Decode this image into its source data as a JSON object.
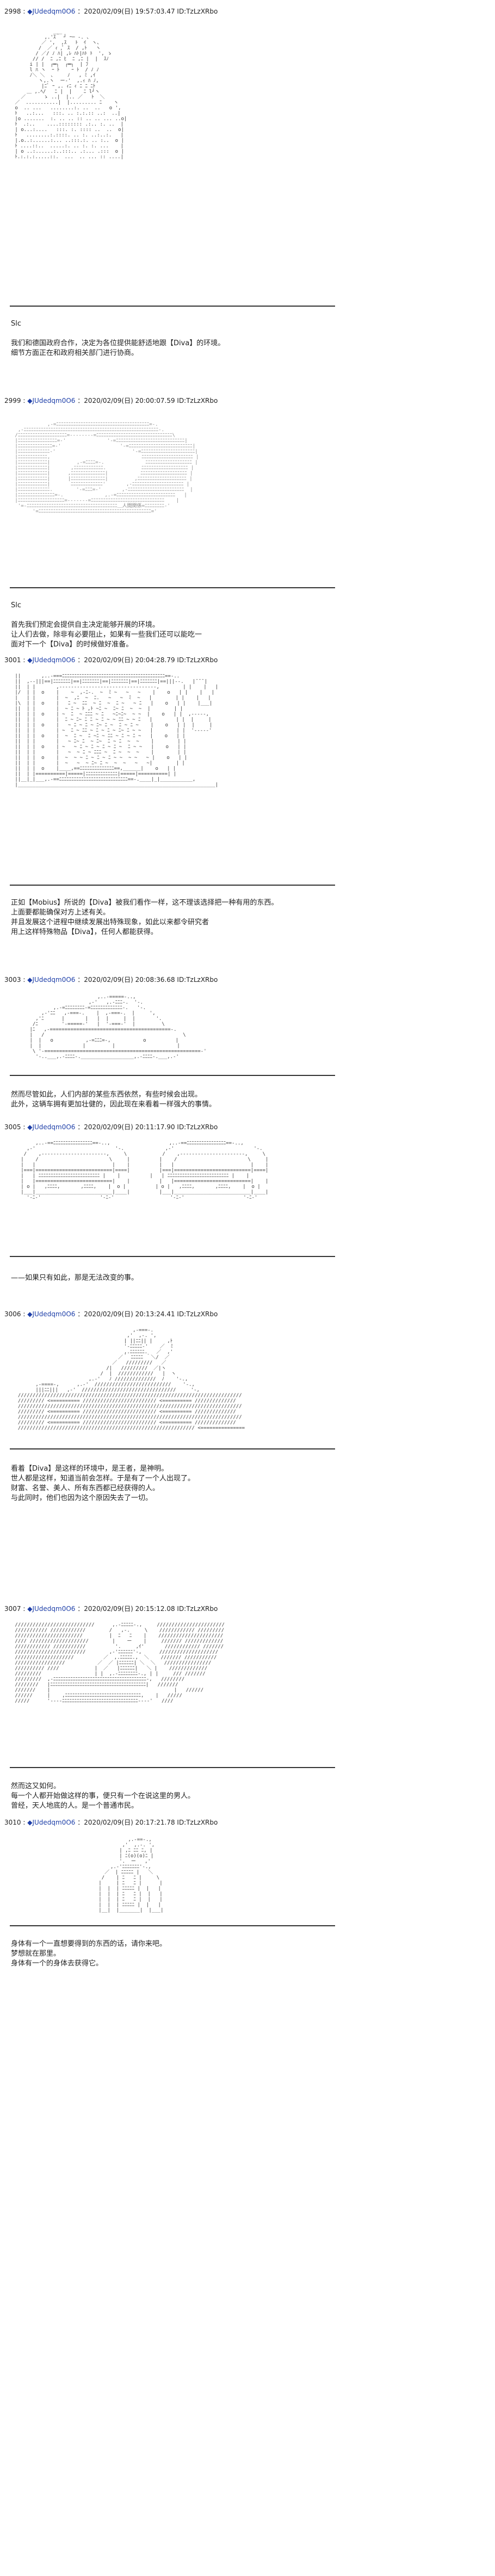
{
  "posts": [
    {
      "header": {
        "num": "2998 :",
        "name": "◆JUdedqm0O6",
        "meta": "：2020/02/09(日) 19:57:03.47 ID:TzLzXRbo"
      },
      "narration": "Slc\n\n我们和德国政府合作，决定为各位提供能舒适地跟【Diva】的环境。\n细节方面正在和政府相关部门进行协商。"
    },
    {
      "header": {
        "num": "2999 :",
        "name": "◆JUdedqm0O6",
        "meta": "：2020/02/09(日) 20:00:07.59 ID:TzLzXRbo"
      },
      "narration": "Slc\n\n首先我们预定会提供自主决定能够开展的环境。\n让人们去做，除非有必要阻止，如果有一些我们还可以能吃一\n面对下一个【Diva】的时候做好准备。"
    },
    {
      "header": {
        "num": "3001 :",
        "name": "◆JUdedqm0O6",
        "meta": "：2020/02/09(日) 20:04:28.79 ID:TzLzXRbo"
      },
      "narration": "正如【Mobius】所说的【Diva】被我们看作一样，这不理该选择把一种有用的东西。\n上面要都能确保对方上述有关。\n并且发展这个进程中继续发展出特殊现象，如此以来都令研究者\n用上这样特殊物品【Diva】，任何人都能获得。"
    },
    {
      "header": {
        "num": "3003 :",
        "name": "◆JUdedqm0O6",
        "meta": "：2020/02/09(日) 20:08:36.68 ID:TzLzXRbo"
      },
      "narration": "然而尽管如此，人们内部的某些东西依然，有些时候会出现。\n此外，这辆车拥有更加壮健的，因此现在来看着一样强大的事情。"
    },
    {
      "header": {
        "num": "3005 :",
        "name": "◆JUdedqm0O6",
        "meta": "：2020/02/09(日) 20:11:17.90 ID:TzLzXRbo"
      },
      "narration": "——如果只有如此，那是无法改变的事。"
    },
    {
      "header": {
        "num": "3006 :",
        "name": "◆JUdedqm0O6",
        "meta": "：2020/02/09(日) 20:13:24.41 ID:TzLzXRbo"
      },
      "narration": "看着【Diva】是这样的环境中，是王者，是神明。\n世人都是这样，知道当前会怎样。于是有了一个人出现了。\n财富、名誉、美人、所有东西都已经获得的人。\n与此同时，他们也因为这个原因失去了一切。"
    },
    {
      "header": {
        "num": "3007 :",
        "name": "◆JUdedqm0O6",
        "meta": "：2020/02/09(日) 20:15:12.08 ID:TzLzXRbo"
      },
      "narration": "然而这又如何。\n每一个人都开始做这样的事，便只有一个在说这里的男人。\n曾经，天人地底的人。是一个普通市民。"
    },
    {
      "header": {
        "num": "3010 :",
        "name": "◆JUdedqm0O6",
        "meta": "：2020/02/09(日) 20:17:21.78 ID:TzLzXRbo"
      },
      "narration": "身体有一个一直想要得到的东西的话，请你来吧。\n梦想就在那里。\n身体有一个的身体去获得它。"
    }
  ]
}
